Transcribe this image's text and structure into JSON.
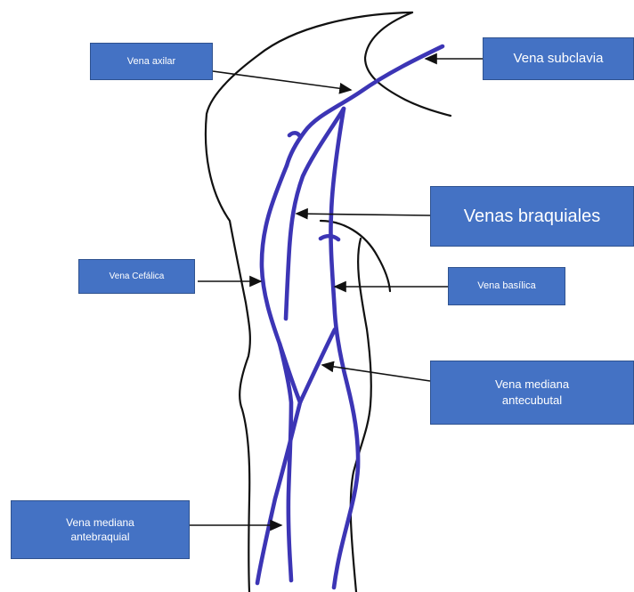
{
  "colors": {
    "vein": "#3c35b5",
    "outline": "#111111",
    "label_bg": "#4472c4",
    "label_text": "#ffffff"
  },
  "labels": {
    "axilar": "Vena axilar",
    "subclavia": "Vena subclavia",
    "braquiales": "Venas braquiales",
    "cefalica": "Vena Cefálica",
    "basilica": "Vena basílica",
    "antecubutal_line1": "Vena mediana",
    "antecubutal_line2": "antecubutal",
    "antebraquial_line1": "Vena mediana",
    "antebraquial_line2": "antebraquial"
  }
}
